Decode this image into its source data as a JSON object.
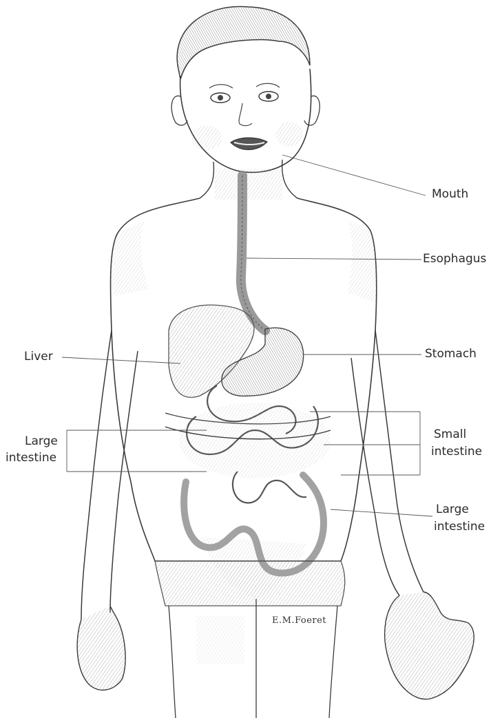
{
  "labels": {
    "mouth": "Mouth",
    "esophagus": "Esophagus",
    "stomach": "Stomach",
    "liver": "Liver",
    "small_intestine_line1": "Small",
    "small_intestine_line2": "intestine",
    "large_intestine_left_line1": "Large",
    "large_intestine_left_line2": "intestine",
    "large_intestine_right_line1": "Large",
    "large_intestine_right_line2": "intestine"
  },
  "signature": "E.M.Foeret",
  "colors": {
    "ink": "#3a3a3a",
    "shade": "#bdbdbd",
    "organ": "#a9a9a9"
  }
}
